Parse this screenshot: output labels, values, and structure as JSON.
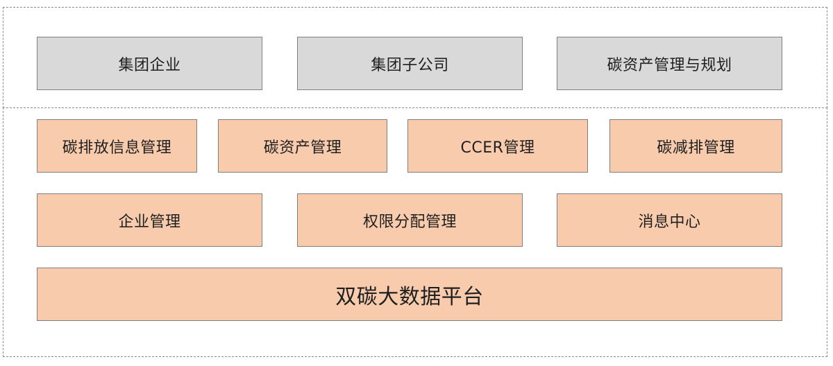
{
  "top_row": [
    {
      "label": "集团企业"
    },
    {
      "label": "集团子公司"
    },
    {
      "label": "碳资产管理与规划"
    }
  ],
  "module_row": [
    {
      "label": "碳排放信息管理"
    },
    {
      "label": "碳资产管理"
    },
    {
      "label": "CCER管理"
    },
    {
      "label": "碳减排管理"
    }
  ],
  "support_row": [
    {
      "label": "企业管理"
    },
    {
      "label": "权限分配管理"
    },
    {
      "label": "消息中心"
    }
  ],
  "platform": {
    "label": "双碳大数据平台"
  },
  "colors": {
    "gray_box": "#d9d9d9",
    "peach_box": "#f8cbad",
    "border": "#7f7f7f",
    "dashed_frame": "#8a8a8a"
  }
}
